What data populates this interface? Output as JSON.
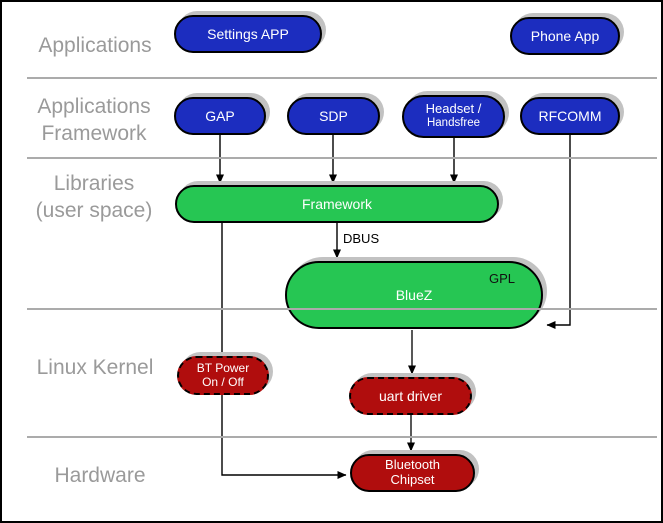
{
  "layers": [
    {
      "id": "applications",
      "lines": [
        "Applications"
      ]
    },
    {
      "id": "applications-framework",
      "lines": [
        "Applications",
        "Framework"
      ]
    },
    {
      "id": "libraries-user-space",
      "lines": [
        "Libraries",
        "(user space)"
      ]
    },
    {
      "id": "linux-kernel",
      "lines": [
        "Linux Kernel"
      ]
    },
    {
      "id": "hardware",
      "lines": [
        "Hardware"
      ]
    }
  ],
  "nodes": {
    "settings_app": {
      "label": "Settings APP"
    },
    "phone_app": {
      "label": "Phone App"
    },
    "gap": {
      "label": "GAP"
    },
    "sdp": {
      "label": "SDP"
    },
    "headset": {
      "line1": "Headset /",
      "line2": "Handsfree"
    },
    "rfcomm": {
      "label": "RFCOMM"
    },
    "framework": {
      "label": "Framework"
    },
    "bluez": {
      "label": "BlueZ",
      "tag": "GPL"
    },
    "bt_power": {
      "line1": "BT Power",
      "line2": "On / Off"
    },
    "uart_driver": {
      "label": "uart driver"
    },
    "bt_chipset": {
      "line1": "Bluetooth",
      "line2": "Chipset"
    }
  },
  "edge_labels": {
    "dbus": "DBUS"
  },
  "edges": [
    {
      "from": "gap",
      "to": "framework"
    },
    {
      "from": "sdp",
      "to": "framework"
    },
    {
      "from": "headset",
      "to": "framework"
    },
    {
      "from": "framework",
      "to": "bluez",
      "label": "DBUS"
    },
    {
      "from": "rfcomm",
      "to": "bluez"
    },
    {
      "from": "bluez",
      "to": "uart_driver"
    },
    {
      "from": "uart_driver",
      "to": "bt_chipset"
    },
    {
      "from": "framework",
      "to": "bt_chipset"
    }
  ],
  "colors": {
    "blue": "#1C2DBF",
    "green": "#26C653",
    "red": "#B00D0D",
    "label_gray": "#9A9A9A",
    "separator_gray": "#ABABAB",
    "shadow_gray": "#C2C2C2"
  }
}
